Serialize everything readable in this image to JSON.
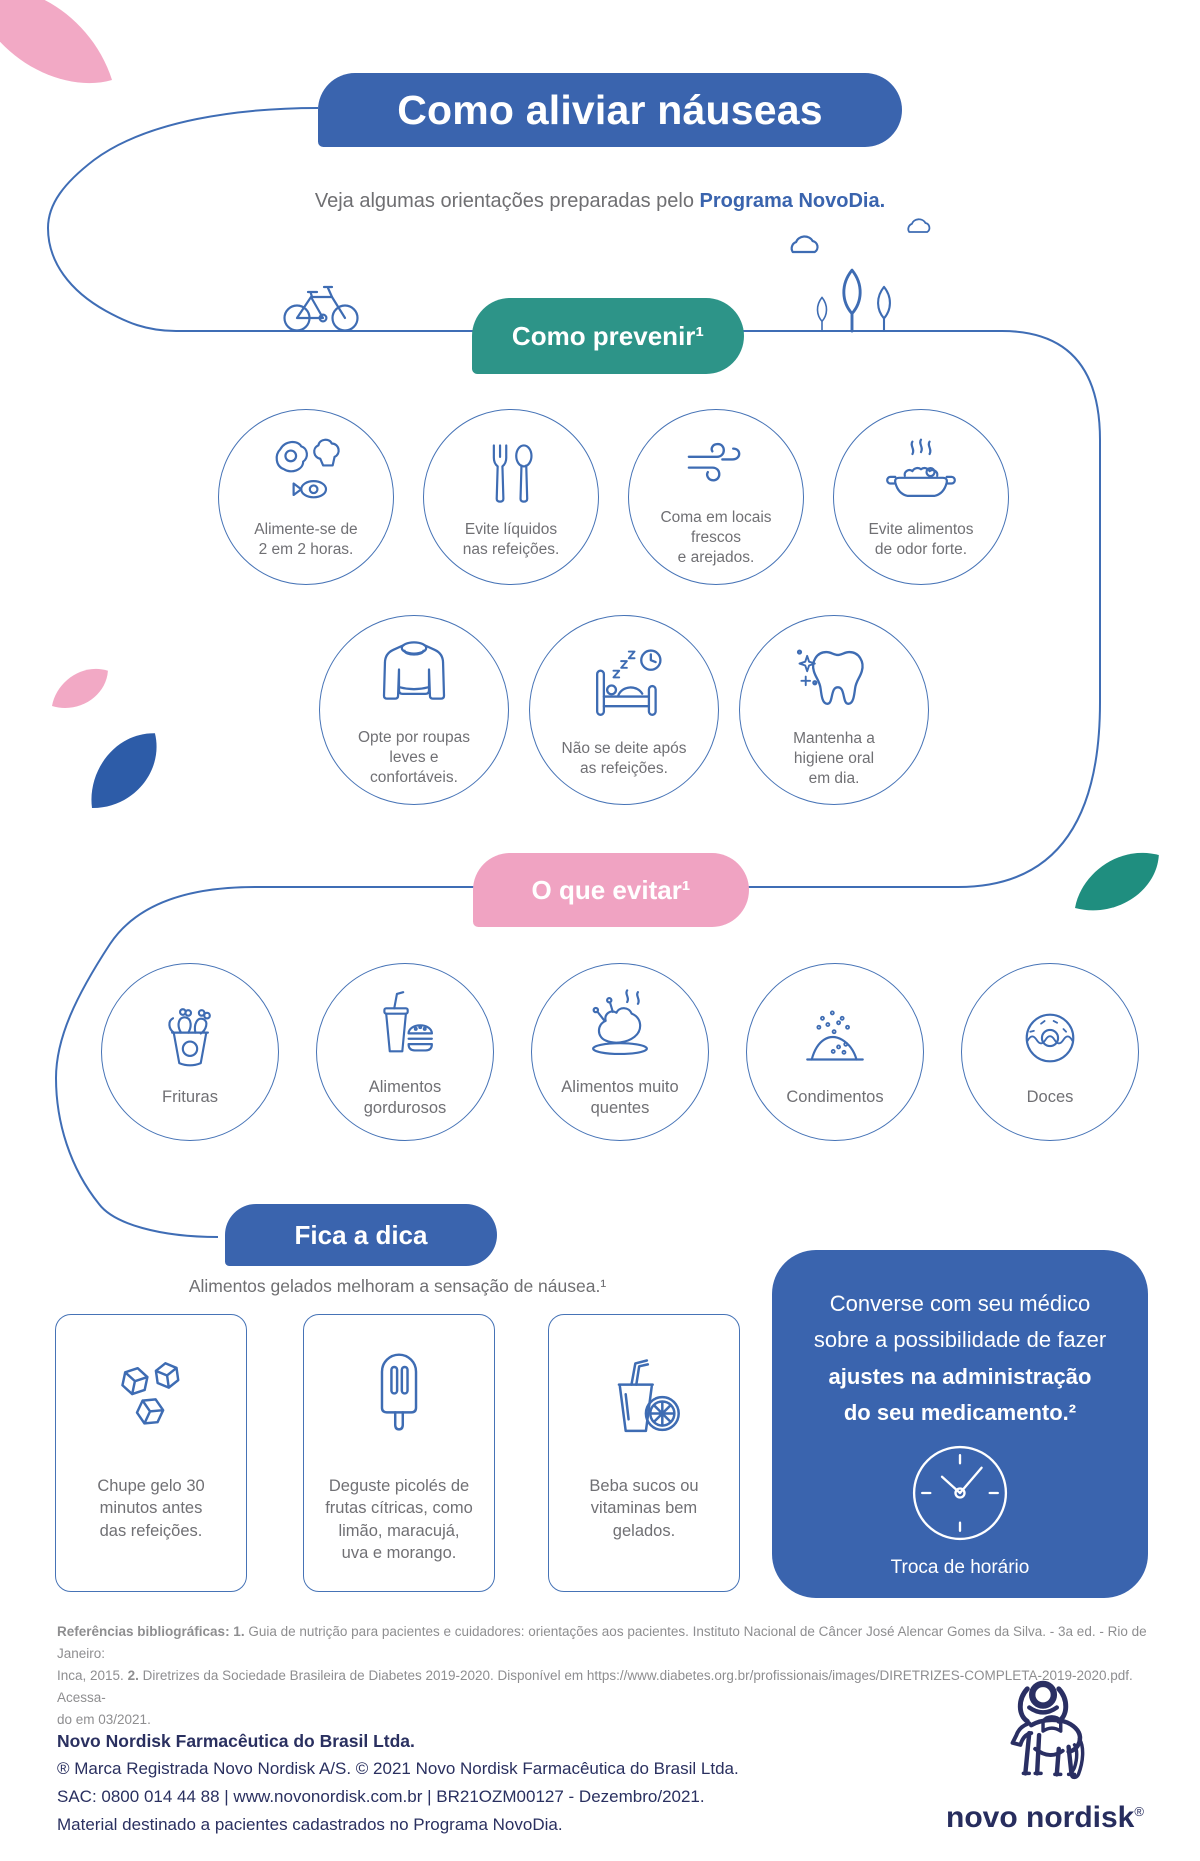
{
  "colors": {
    "blue": "#3A64AE",
    "teal": "#2D9488",
    "pink": "#F0A3C2",
    "line_blue": "#3F6DB5",
    "petal_pink": "#F2A9C5",
    "petal_blue": "#2D5CA8",
    "petal_teal": "#1F8E7F",
    "text_gray": "#6F6F72",
    "navy": "#2A3060"
  },
  "header": {
    "title": "Como aliviar náuseas",
    "subtitle_prefix": "Veja algumas orientações preparadas pelo ",
    "subtitle_bold": "Programa NovoDia."
  },
  "prevent": {
    "banner": "Como prevenir¹",
    "row1": [
      {
        "icon": "eggs-broccoli-fish-icon",
        "label": "Alimente-se de\n2 em 2 horas."
      },
      {
        "icon": "fork-spoon-icon",
        "label": "Evite líquidos\nnas refeições."
      },
      {
        "icon": "wind-icon",
        "label": "Coma em locais\nfrescos\ne arejados."
      },
      {
        "icon": "hot-dish-icon",
        "label": "Evite alimentos\nde odor forte."
      }
    ],
    "row2": [
      {
        "icon": "sweater-icon",
        "label": "Opte por roupas\nleves e\nconfortáveis."
      },
      {
        "icon": "bed-clock-icon",
        "label": "Não se deite após\nas refeições."
      },
      {
        "icon": "tooth-sparkle-icon",
        "label": "Mantenha a\nhigiene oral\nem dia."
      }
    ]
  },
  "avoid": {
    "banner": "O que evitar¹",
    "items": [
      {
        "icon": "fried-chicken-bucket-icon",
        "label": "Frituras"
      },
      {
        "icon": "soda-burger-icon",
        "label": "Alimentos\ngordurosos"
      },
      {
        "icon": "hot-chicken-icon",
        "label": "Alimentos muito\nquentes"
      },
      {
        "icon": "condiments-icon",
        "label": "Condimentos"
      },
      {
        "icon": "donut-icon",
        "label": "Doces"
      }
    ]
  },
  "tip": {
    "banner": "Fica a dica",
    "lead": "Alimentos gelados melhoram a sensação de náusea.¹",
    "cards": [
      {
        "icon": "ice-cubes-icon",
        "label": "Chupe gelo 30\nminutos antes\ndas refeições."
      },
      {
        "icon": "popsicle-icon",
        "label": "Deguste picolés de\nfrutas cítricas, como\nlimão, maracujá,\nuva e morango."
      },
      {
        "icon": "juice-citrus-icon",
        "label": "Beba sucos ou\nvitaminas bem\ngelados."
      }
    ]
  },
  "doctor": {
    "text_regular": "Converse com seu médico\nsobre a possibilidade de fazer",
    "text_bold": "ajustes na administração\ndo seu medicamento.²",
    "caption": "Troca de horário"
  },
  "references": {
    "line1_bold": "Referências bibliográficas: 1.",
    "line1_rest": " Guia de nutrição para pacientes e cuidadores: orientações aos pacientes. Instituto Nacional de Câncer José Alencar Gomes da Silva. - 3a ed. - Rio de Janeiro:",
    "line2_start": "Inca, 2015. ",
    "line2_bold": "2.",
    "line2_rest": " Diretrizes da Sociedade Brasileira de Diabetes 2019-2020. Disponível em https://www.diabetes.org.br/profissionais/images/DIRETRIZES-COMPLETA-2019-2020.pdf. Acessa-",
    "line3": "do em 03/2021."
  },
  "footer": {
    "company": "Novo Nordisk Farmacêutica do Brasil Ltda.",
    "line2": "® Marca Registrada Novo Nordisk A/S. © 2021 Novo Nordisk Farmacêutica do Brasil Ltda.",
    "line3": "SAC: 0800 014 44 88 | www.novonordisk.com.br |  BR21OZM00127 - Dezembro/2021.",
    "line4": "Material destinado a pacientes cadastrados no Programa NovoDia.",
    "logo_text": "novo nordisk",
    "registered_mark": "®"
  }
}
